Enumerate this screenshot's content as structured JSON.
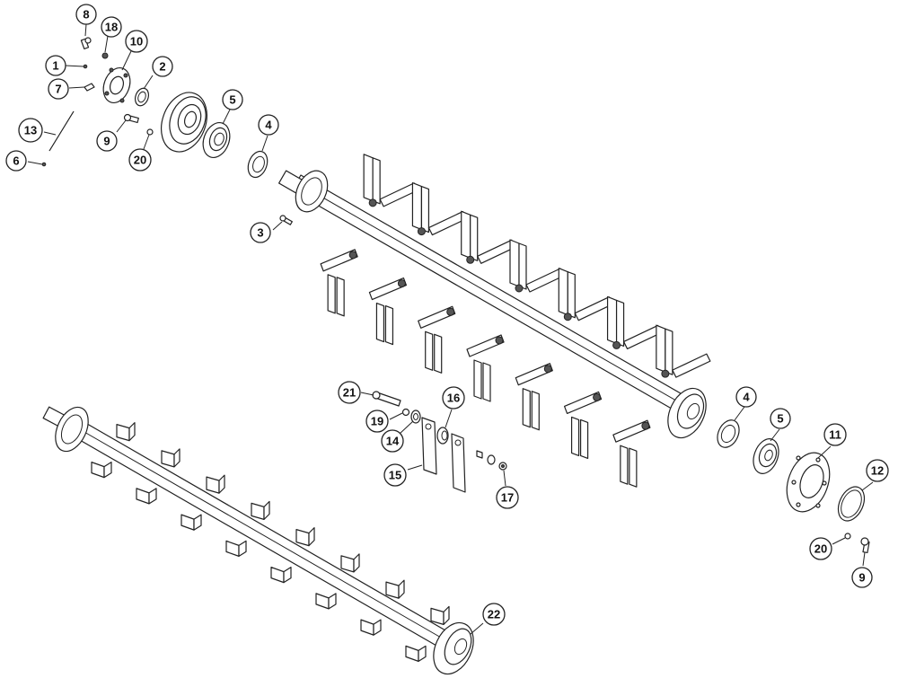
{
  "diagram": {
    "type": "exploded-parts-view",
    "callouts": {
      "c8": "8",
      "c18": "18",
      "c10": "10",
      "c1": "1",
      "c2": "2",
      "c7": "7",
      "c13": "13",
      "c9a": "9",
      "c20a": "20",
      "c6": "6",
      "c5a": "5",
      "c4a": "4",
      "c3": "3",
      "c21": "21",
      "c16": "16",
      "c19": "19",
      "c14": "14",
      "c15": "15",
      "c17": "17",
      "c4b": "4",
      "c5b": "5",
      "c11": "11",
      "c12": "12",
      "c20b": "20",
      "c9b": "9",
      "c22": "22"
    }
  }
}
